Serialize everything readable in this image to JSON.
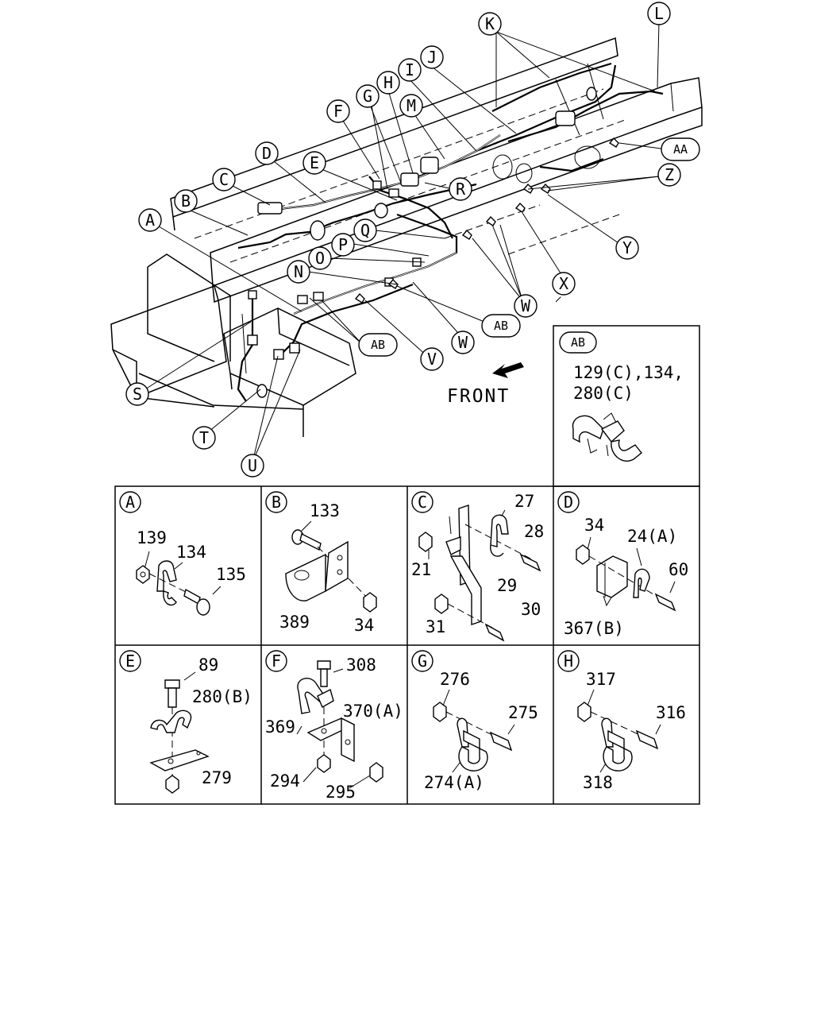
{
  "front_label": "FRONT",
  "callouts": {
    "A": "A",
    "B": "B",
    "C": "C",
    "D": "D",
    "E": "E",
    "F": "F",
    "G": "G",
    "H": "H",
    "I": "I",
    "J": "J",
    "K": "K",
    "L": "L",
    "M": "M",
    "N": "N",
    "O": "O",
    "P": "P",
    "Q": "Q",
    "R": "R",
    "S": "S",
    "T": "T",
    "U": "U",
    "V": "V",
    "W": "W",
    "X": "X",
    "Y": "Y",
    "Z": "Z",
    "AA": "AA",
    "AB": "AB"
  },
  "panels": {
    "AB": {
      "letter": "AB",
      "line1": "129(C),134,",
      "line2": "280(C)"
    },
    "A": {
      "letter": "A",
      "parts": {
        "p139": "139",
        "p134": "134",
        "p135": "135"
      }
    },
    "B": {
      "letter": "B",
      "parts": {
        "p133": "133",
        "p389": "389",
        "p34": "34"
      }
    },
    "C": {
      "letter": "C",
      "parts": {
        "p27": "27",
        "p28": "28",
        "p21": "21",
        "p29": "29",
        "p31": "31",
        "p30": "30"
      }
    },
    "D": {
      "letter": "D",
      "parts": {
        "p34": "34",
        "p24A": "24(A)",
        "p60": "60",
        "p367B": "367(B)"
      }
    },
    "E": {
      "letter": "E",
      "parts": {
        "p89": "89",
        "p280B": "280(B)",
        "p279": "279"
      }
    },
    "F": {
      "letter": "F",
      "parts": {
        "p308": "308",
        "p369": "369",
        "p370A": "370(A)",
        "p294": "294",
        "p295": "295"
      }
    },
    "G": {
      "letter": "G",
      "parts": {
        "p276": "276",
        "p275": "275",
        "p274A": "274(A)"
      }
    },
    "H": {
      "letter": "H",
      "parts": {
        "p317": "317",
        "p316": "316",
        "p318": "318"
      }
    }
  }
}
